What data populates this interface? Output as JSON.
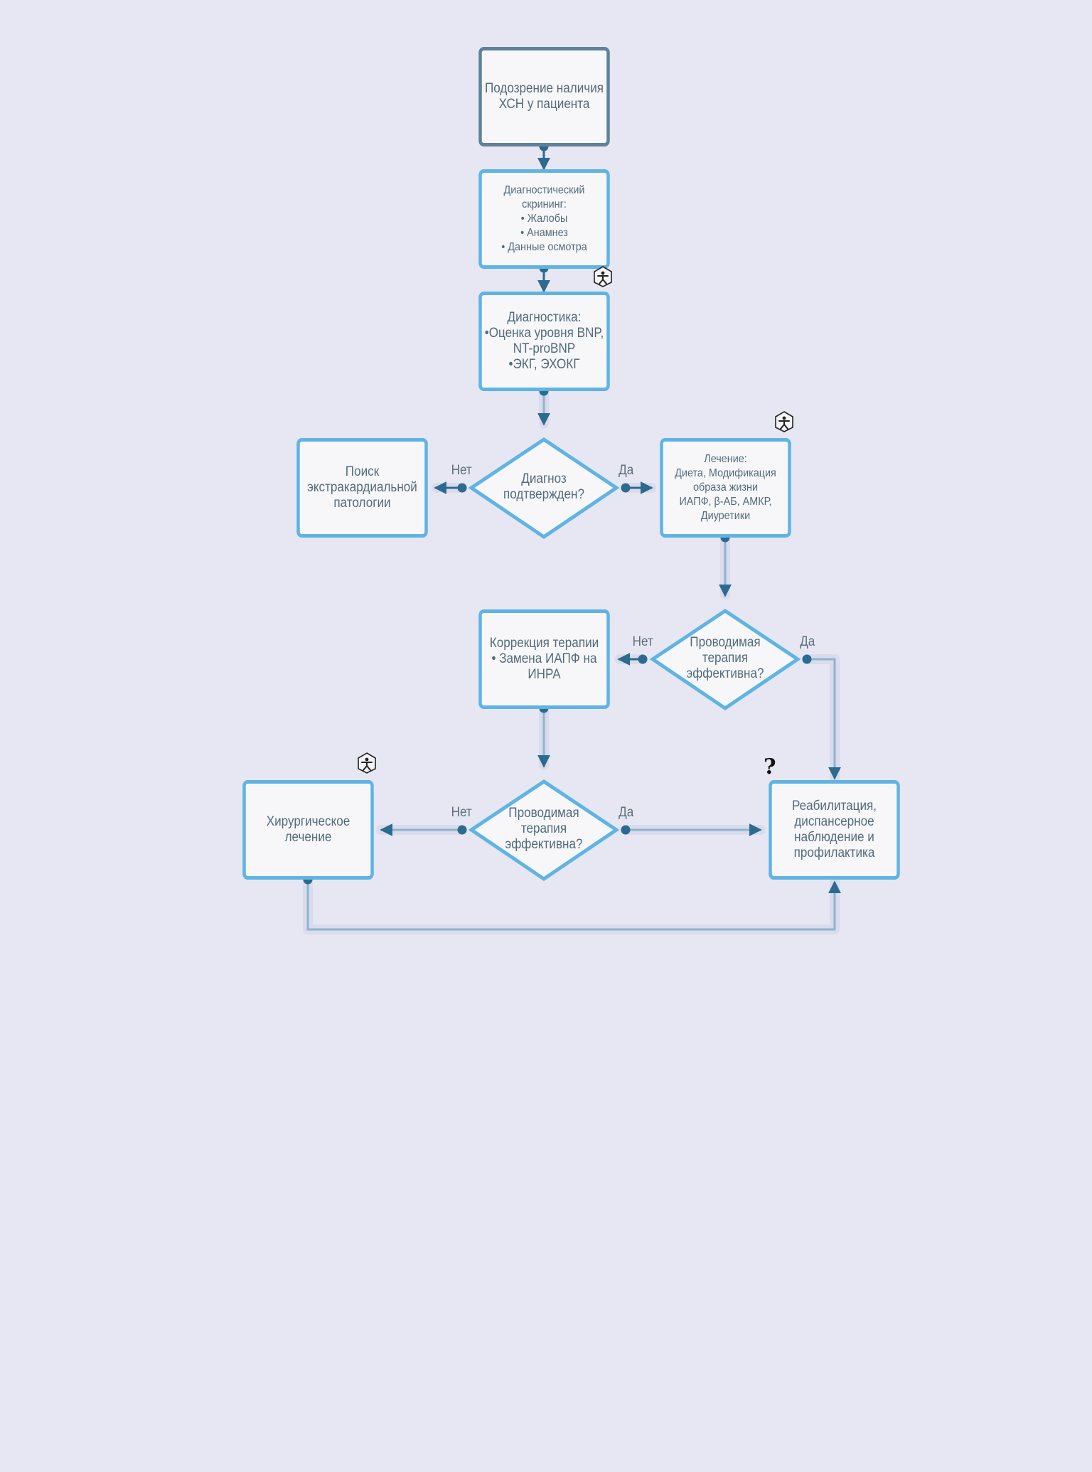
{
  "diagram": {
    "nodes": {
      "start": {
        "text": "Подозрение наличия\nХСН у пациента"
      },
      "screening": {
        "text": "Диагностический\nскрининг:\n• Жалобы\n• Анамнез\n• Данные осмотра"
      },
      "diagnostics": {
        "text": "Диагностика:\n•Оценка уровня BNP,\nNT-proBNP\n•ЭКГ, ЭХОКГ"
      },
      "diagnosis_question": {
        "text": "Диагноз\nподтвержден?"
      },
      "search_pathology": {
        "text": "Поиск\nэкстракардиальной\nпатологии"
      },
      "treatment": {
        "text": "Лечение:\nДиета, Модификация\nобраза жизни\nИАПФ, β-АБ, АМКР,\nДиуретики"
      },
      "effective_question_1": {
        "text": "Проводимая\nтерапия\nэффективна?"
      },
      "therapy_correction": {
        "text": "Коррекция терапии\n• Замена ИАПФ на\nИНРА"
      },
      "effective_question_2": {
        "text": "Проводимая\nтерапия\nэффективна?"
      },
      "surgery": {
        "text": "Хирургическое\nлечение"
      },
      "rehabilitation": {
        "text": "Реабилитация,\nдиспансерное\nнаблюдение и\nпрофилактика"
      }
    },
    "edge_labels": {
      "diagnosis_no": "Нет",
      "diagnosis_yes": "Да",
      "effective1_no": "Нет",
      "effective1_yes": "Да",
      "effective2_no": "Нет",
      "effective2_yes": "Да"
    },
    "annotation": {
      "question_mark": "?"
    },
    "colors": {
      "border": "#5fb4e3",
      "start_border": "#5d8299",
      "arrow": "#2c6a8f",
      "connector": "#8eb3cc",
      "background": "#e7e7f3"
    },
    "icons": [
      "person-badge-icon",
      "question-mark-icon"
    ]
  }
}
